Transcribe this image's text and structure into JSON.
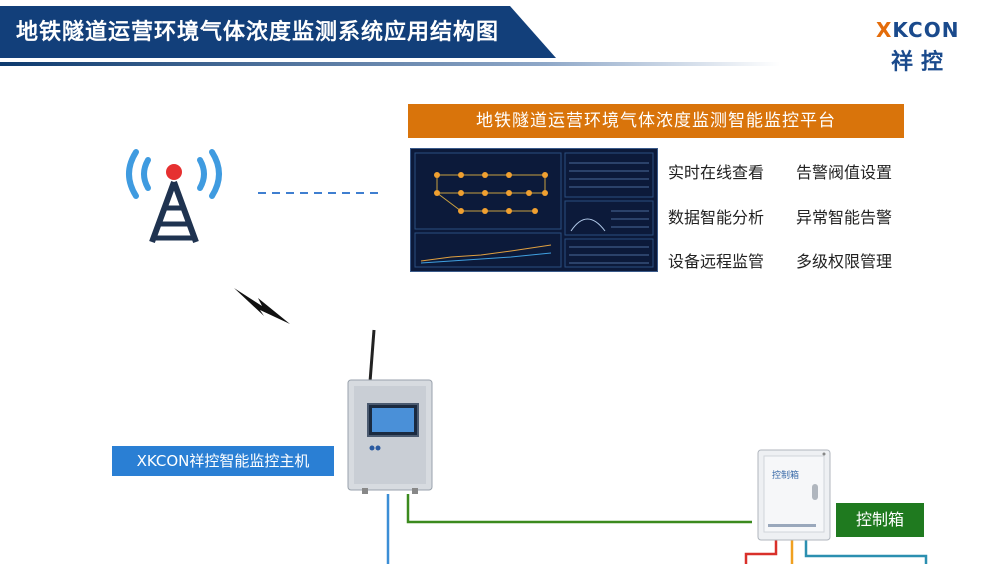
{
  "header": {
    "title": "地铁隧道运营环境气体浓度监测系统应用结构图",
    "logo_brand": "XKCON",
    "logo_cn": "祥控"
  },
  "platform": {
    "title": "地铁隧道运营环境气体浓度监测智能监控平台",
    "features": [
      [
        "实时在线查看",
        "告警阀值设置"
      ],
      [
        "数据智能分析",
        "异常智能告警"
      ],
      [
        "设备远程监管",
        "多级权限管理"
      ]
    ]
  },
  "host": {
    "label": "XKCON祥控智能监控主机"
  },
  "control_box": {
    "label": "控制箱",
    "panel_text": "控制箱"
  },
  "colors": {
    "title_bg": "#123f7a",
    "accent_orange": "#d9740b",
    "host_blue": "#2a7fd4",
    "box_green": "#1f7a1f",
    "line_green": "#3b8a1e",
    "line_blue": "#3b8ed6",
    "line_red": "#d9302a",
    "line_orange": "#f0a020",
    "line_teal": "#2b8fb0"
  }
}
